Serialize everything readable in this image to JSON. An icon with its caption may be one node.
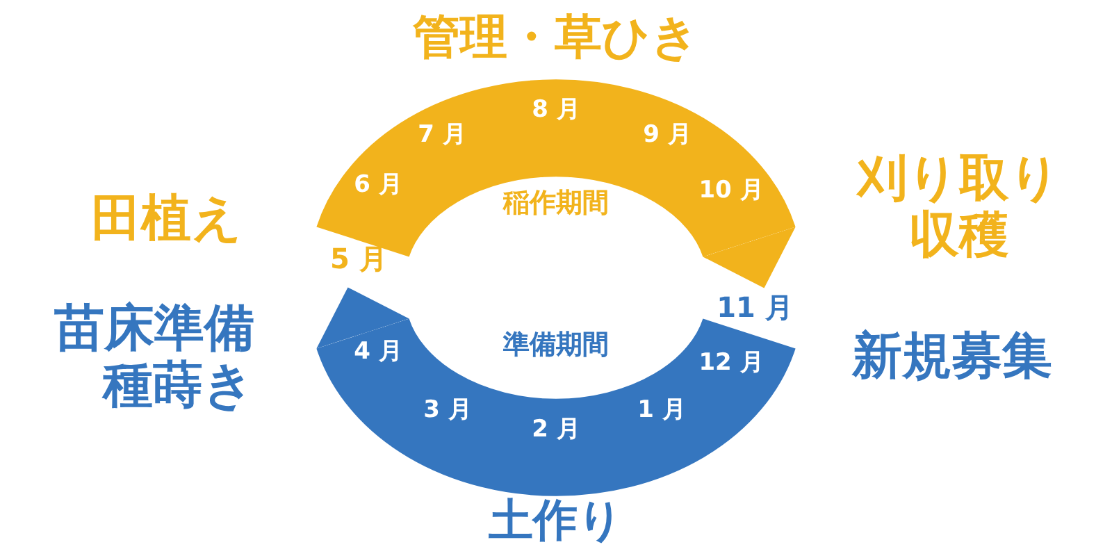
{
  "diagram": {
    "nodes": [
      {
        "text": [
          "5 月"
        ]
      },
      {
        "text": [
          "11 月"
        ]
      }
    ],
    "edges": [
      {
        "from": 0,
        "to": 1,
        "arrow": "to",
        "color": "#f2b31c"
      },
      {
        "from": 1,
        "to": 0,
        "arrow": "to",
        "color": "#3576bf"
      }
    ],
    "labels": [
      "管理・草ひき",
      "8 月",
      "7 月",
      "9 月",
      "6 月",
      "稲作期間",
      "10 月",
      "田植え",
      "刈り取り収穫",
      "苗床準備種蒔き",
      "4 月",
      "準備期間",
      "12 月",
      "新規募集",
      "3 月",
      "1 月",
      "2 月",
      "土作り"
    ]
  }
}
